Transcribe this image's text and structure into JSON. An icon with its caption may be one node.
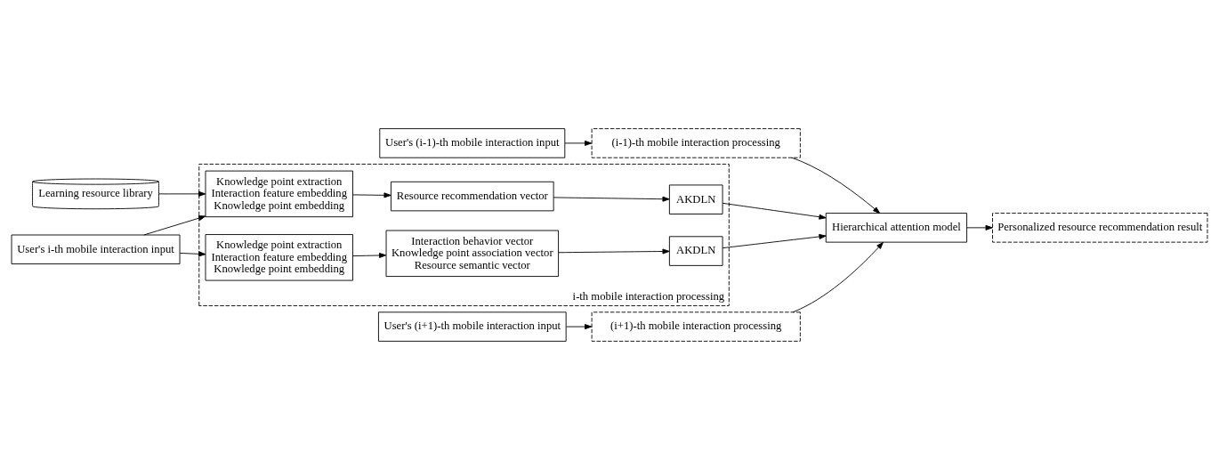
{
  "diagram": {
    "nodes": [
      {
        "text": [
          "User's (i-1)-th mobile interaction input"
        ]
      },
      {
        "text": [
          "(i-1)-th mobile interaction processing"
        ]
      },
      {
        "text": [
          "Learning resource library"
        ]
      },
      {
        "text": [
          "i-th mobile interaction processing"
        ]
      },
      {
        "text": [
          "Knowledge point extraction",
          "Interaction feature embedding",
          "Knowledge point embedding"
        ],
        "in": 3
      },
      {
        "text": [
          "Resource recommendation vector"
        ],
        "in": 3
      },
      {
        "text": [
          "AKDLN"
        ],
        "in": 3
      },
      {
        "text": [
          "User's i-th mobile interaction input"
        ]
      },
      {
        "text": [
          "Knowledge point extraction",
          "Interaction feature embedding",
          "Knowledge point embedding"
        ],
        "in": 3
      },
      {
        "text": [
          "Interaction behavior vector",
          "Knowledge point association vector",
          "Resource semantic vector"
        ],
        "in": 3
      },
      {
        "text": [
          "AKDLN"
        ],
        "in": 3
      },
      {
        "text": [
          "Hierarchical attention model"
        ]
      },
      {
        "text": [
          "Personalized resource recommendation result"
        ]
      },
      {
        "text": [
          "User's (i+1)-th mobile interaction input"
        ]
      },
      {
        "text": [
          "(i+1)-th mobile interaction processing"
        ]
      }
    ],
    "edges": [
      {
        "from": 0,
        "to": 1,
        "arrow": "to"
      },
      {
        "from": 2,
        "to": 4,
        "arrow": "to"
      },
      {
        "from": 7,
        "to": 4,
        "arrow": "to"
      },
      {
        "from": 7,
        "to": 8,
        "arrow": "to"
      },
      {
        "from": 4,
        "to": 5,
        "arrow": "to"
      },
      {
        "from": 5,
        "to": 6,
        "arrow": "to"
      },
      {
        "from": 8,
        "to": 9,
        "arrow": "to"
      },
      {
        "from": 9,
        "to": 10,
        "arrow": "to"
      },
      {
        "from": 1,
        "to": 11,
        "arrow": "to"
      },
      {
        "from": 6,
        "to": 11,
        "arrow": "to"
      },
      {
        "from": 10,
        "to": 11,
        "arrow": "to"
      },
      {
        "from": 14,
        "to": 11,
        "arrow": "to"
      },
      {
        "from": 11,
        "to": 12,
        "arrow": "to"
      },
      {
        "from": 13,
        "to": 14,
        "arrow": "to"
      }
    ]
  }
}
